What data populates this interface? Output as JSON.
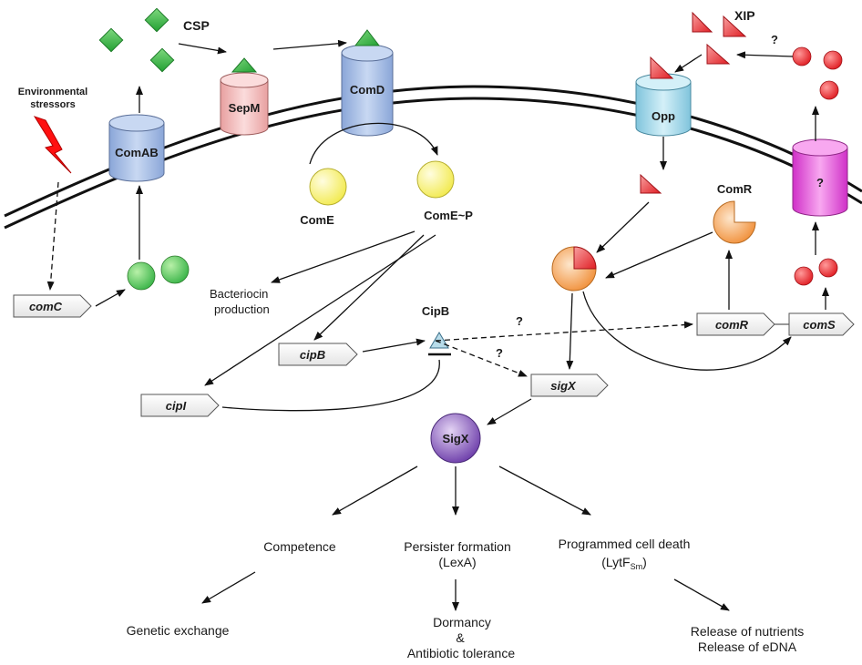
{
  "labels": {
    "csp": "CSP",
    "xip": "XIP",
    "env_line1": "Environmental",
    "env_line2": "stressors",
    "comab": "ComAB",
    "sepm": "SepM",
    "comd": "ComD",
    "opp": "Opp",
    "unknown_transporter": "?",
    "come": "ComE",
    "come_p": "ComE~P",
    "comr_protein": "ComR",
    "cipb_protein": "CipB",
    "bacteriocin_line1": "Bacteriocin",
    "bacteriocin_line2": "production",
    "sigx_protein": "SigX",
    "competence": "Competence",
    "persister_line1": "Persister formation",
    "persister_line2": "(LexA)",
    "pcd_line1": "Programmed cell death",
    "pcd_line2_prefix": "(LytF",
    "pcd_line2_sub": "Sm",
    "pcd_line2_suffix": ")",
    "genetic_exchange": "Genetic exchange",
    "dormancy_line1": "Dormancy",
    "dormancy_line2": "&",
    "dormancy_line3": "Antibiotic tolerance",
    "release_line1": "Release of nutrients",
    "release_line2": "Release of eDNA",
    "q_xip": "?",
    "q_comr": "?",
    "q_sigx": "?"
  },
  "genes": {
    "comC": "comC",
    "cipB": "cipB",
    "cipI": "cipI",
    "sigX": "sigX",
    "comR": "comR",
    "comS": "comS"
  },
  "colors": {
    "green": "#3cb54a",
    "yellow": "#f5f07a",
    "red": "#e8262c",
    "orange": "#f5a55a",
    "magenta": "#e040d8",
    "purple": "#8a5cc0",
    "blue_cyl": "#a9c0e6",
    "pink_cyl": "#f3c0c0",
    "cyan_cyl": "#a8dcea",
    "cipb_fill": "#b8dcea"
  }
}
